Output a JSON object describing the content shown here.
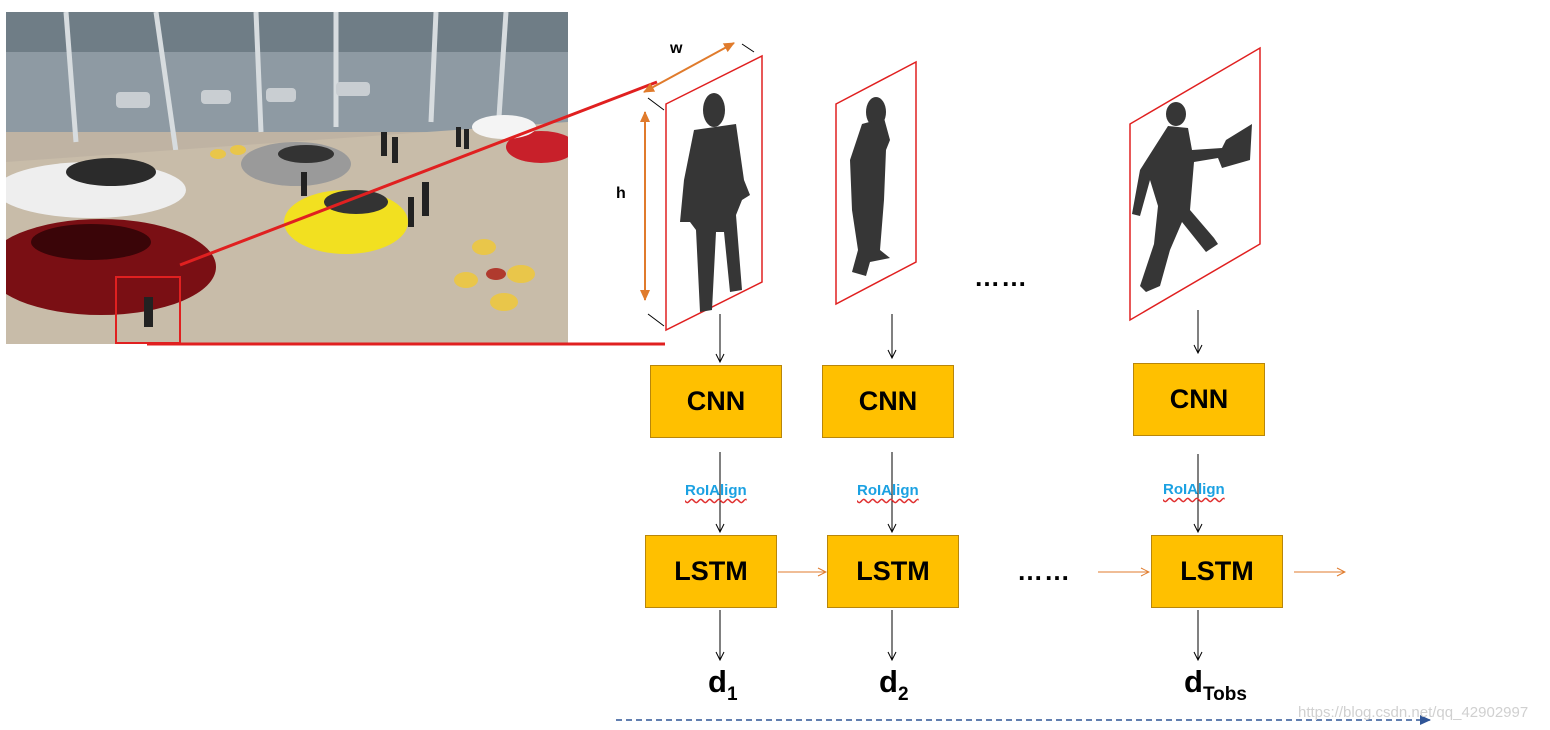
{
  "dimensions": {
    "w_label": "w",
    "h_label": "h"
  },
  "frames": [
    {
      "cnn": "CNN",
      "roi": "RoIAlign",
      "lstm": "LSTM",
      "output": "d",
      "output_sub": "1"
    },
    {
      "cnn": "CNN",
      "roi": "RoIAlign",
      "lstm": "LSTM",
      "output": "d",
      "output_sub": "2"
    },
    {
      "cnn": "CNN",
      "roi": "RoIAlign",
      "lstm": "LSTM",
      "output": "d",
      "output_sub": "Tobs"
    }
  ],
  "ellipsis_top": "……",
  "ellipsis_bottom": "……",
  "watermark": "https://blog.csdn.net/qq_42902997",
  "colors": {
    "box_fill": "#ffc000",
    "crop_frame": "#e02020",
    "dimension_arrow": "#e07b2c",
    "roi_text": "#1ba1e2",
    "time_axis": "#2f5597"
  }
}
